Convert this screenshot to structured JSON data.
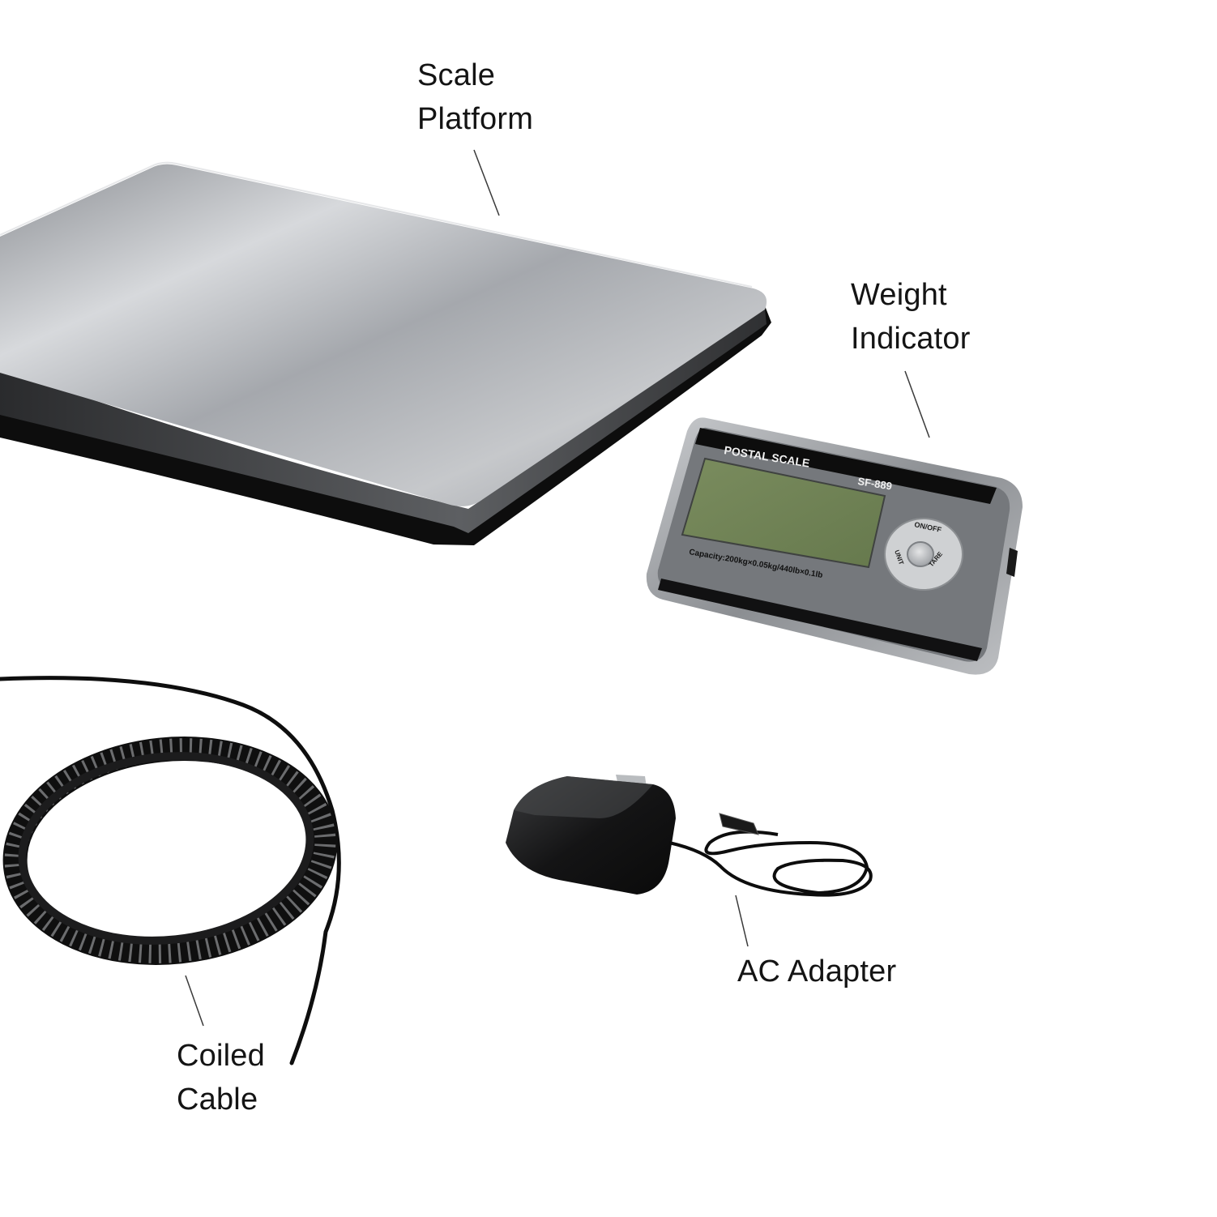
{
  "labels": {
    "scale_platform": {
      "line1": "Scale",
      "line2": "Platform"
    },
    "weight_indicator": {
      "line1": "Weight",
      "line2": "Indicator"
    },
    "ac_adapter": {
      "line1": "AC Adapter"
    },
    "coiled_cable": {
      "line1": "Coiled",
      "line2": "Cable"
    }
  },
  "indicator": {
    "brand": "POSTAL SCALE",
    "model": "SF-889",
    "capacity": "Capacity:200kg×0.05kg/440lb×0.1lb",
    "buttons": {
      "on_off": "ON/OFF",
      "unit": "UNIT",
      "tare": "TARE"
    }
  },
  "colors": {
    "background": "#ffffff",
    "label_text": "#141414",
    "platform_steel": "#a9acb0",
    "indicator_body": "#74777b",
    "lcd_screen": "#6f8356",
    "black": "#0c0c0c"
  }
}
